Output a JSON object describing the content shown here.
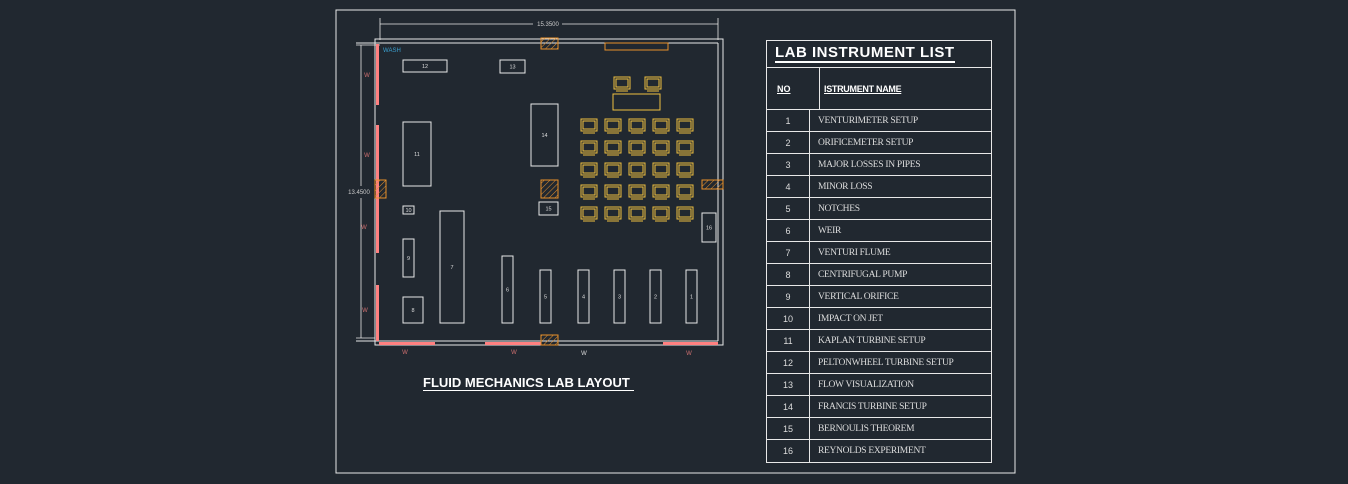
{
  "plan": {
    "dim_width": "15.3500",
    "dim_height": "13.4500",
    "wash_label": "WASH",
    "window_label": "W",
    "title": "FLUID MECHANICS LAB LAYOUT",
    "equipment_labels": {
      "e1": "1",
      "e2": "2",
      "e3": "3",
      "e4": "4",
      "e5": "5",
      "e6": "6",
      "e7": "7",
      "e8": "8",
      "e9": "9",
      "e10": "10",
      "e11": "11",
      "e12": "12",
      "e13": "13",
      "e14": "14",
      "e15": "15",
      "e16": "16"
    },
    "colors": {
      "background": "#212830",
      "wall": "#ff8080",
      "door": "#e8902a",
      "furniture": "#f0c040",
      "wash": "#3aa0d0"
    }
  },
  "table": {
    "title": "LAB INSTRUMENT LIST",
    "col_no": "NO",
    "col_name": "ISTRUMENT NAME",
    "rows": [
      {
        "no": "1",
        "name": "VENTURIMETER SETUP"
      },
      {
        "no": "2",
        "name": "ORIFICEMETER SETUP"
      },
      {
        "no": "3",
        "name": "MAJOR LOSSES IN PIPES"
      },
      {
        "no": "4",
        "name": "MINOR LOSS"
      },
      {
        "no": "5",
        "name": "NOTCHES"
      },
      {
        "no": "6",
        "name": "WEIR"
      },
      {
        "no": "7",
        "name": "VENTURI FLUME"
      },
      {
        "no": "8",
        "name": "CENTRIFUGAL PUMP"
      },
      {
        "no": "9",
        "name": "VERTICAL ORIFICE"
      },
      {
        "no": "10",
        "name": "IMPACT ON JET"
      },
      {
        "no": "11",
        "name": "KAPLAN TURBINE SETUP"
      },
      {
        "no": "12",
        "name": "PELTONWHEEL TURBINE SETUP"
      },
      {
        "no": "13",
        "name": "FLOW VISUALIZATION"
      },
      {
        "no": "14",
        "name": "FRANCIS TURBINE SETUP"
      },
      {
        "no": "15",
        "name": "BERNOULIS THEOREM"
      },
      {
        "no": "16",
        "name": "REYNOLDS EXPERIMENT"
      }
    ]
  }
}
